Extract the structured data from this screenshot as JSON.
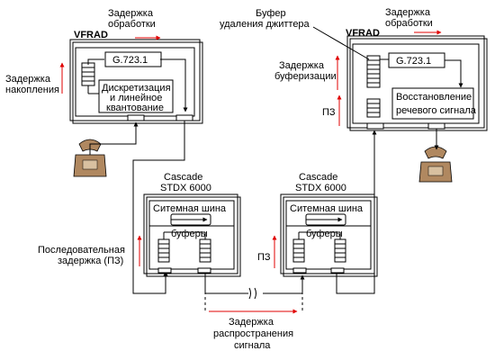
{
  "labels": {
    "proc_delay_left": [
      "Задержка",
      "обработки"
    ],
    "proc_delay_right": [
      "Задержка",
      "обработки"
    ],
    "vfrad_left": "VFRAD",
    "vfrad_right": "VFRAD",
    "codec_left": "G.723.1",
    "codec_right": "G.723.1",
    "accum_delay": [
      "Задержка",
      "накопления"
    ],
    "sampling": [
      "Дискретизация",
      "и линейное",
      "квантование"
    ],
    "jitter_buffer": [
      "Буфер",
      "удаления джиттера"
    ],
    "buffer_delay": [
      "Задержка",
      "буферизации"
    ],
    "pz_right_top": "ПЗ",
    "restore": [
      "Восстановление",
      "речевого сигнала"
    ],
    "cascade_left": [
      "Cascade",
      "STDX 6000"
    ],
    "cascade_right": [
      "Cascade",
      "STDX 6000"
    ],
    "bus_left": "Ситемная шина",
    "bus_right": "Ситемная шина",
    "buffers_left": "буферы",
    "buffers_right": "буферы",
    "serial_delay": [
      "Последовательная",
      "задержка (ПЗ)"
    ],
    "pz_mid": "ПЗ",
    "propagation_delay": [
      "Задержка",
      "распространения",
      "сигнала"
    ]
  },
  "colors": {
    "arrow_red": "#e00000",
    "line": "#000000",
    "phone": "#b08860"
  },
  "icons": [
    "telephone-icon-left",
    "telephone-icon-right"
  ]
}
